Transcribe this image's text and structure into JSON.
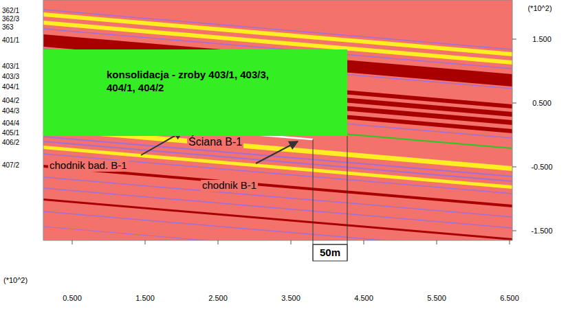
{
  "diagram": {
    "nodes": [
      {
        "text": [
          "konsolidacja - zroby 403/1, 403/3, 404/1, 404/2"
        ]
      }
    ],
    "labels": [
      "362/1",
      "362/3",
      "363",
      "401/1",
      "403/1",
      "403/3",
      "404/1",
      "404/2",
      "404/3",
      "404/4",
      "405/1",
      "406/2",
      "407/2",
      "Ściana B-1",
      "chodnik bad. B-1",
      "chodnik B-1",
      "50m",
      "(*10^2)",
      "1.500",
      "0.500",
      "-0.500",
      "-1.500",
      "(*10^2)",
      "0.500",
      "1.500",
      "2.500",
      "3.500",
      "4.500",
      "5.500",
      "6.500"
    ]
  }
}
